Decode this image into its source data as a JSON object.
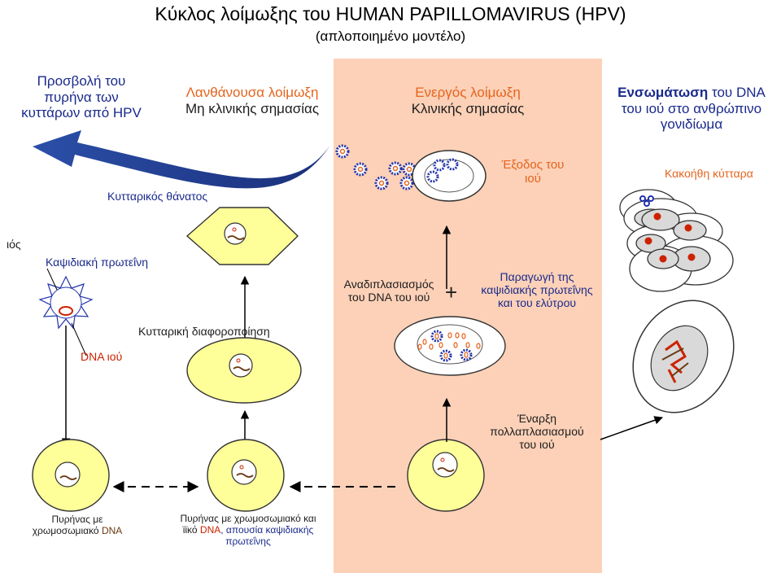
{
  "header": {
    "title": "Κύκλος λοίμωξης του HUMAN PAPILLOMAVIRUS (HPV)",
    "subtitle": "(απλοποιημένο μοντέλο)"
  },
  "columns": {
    "col1": {
      "line1": "Προσβολή του",
      "line2": "πυρήνα των",
      "line3": "κυττάρων από HPV"
    },
    "col2": {
      "line1": "Λανθάνουσα λοίμωξη",
      "line2": "Μη κλινικής σημασίας"
    },
    "col3": {
      "line1": "Ενεργός λοίμωξη",
      "line2": "Κλινικής σημασίας"
    },
    "col4": {
      "line1_bold": "Ενσωμάτωση",
      "line1_rest": " του DNA",
      "line2": "του ιού στο ανθρώπινο",
      "line3": "γονιδίωμα"
    }
  },
  "labels": {
    "cell_death": "Κυτταρικός θάνατος",
    "virus_exit_1": "Έξοδος του",
    "virus_exit_2": "ιού",
    "malignant_cells": "Κακοήθη κύτταρα",
    "virus_cut": "ιός",
    "capsid_protein": "Καψιδιακή πρωτεΐνη",
    "dna_replication_1": "Αναδιπλασιασμός",
    "dna_replication_2": "του DNA του ιού",
    "plus": "+",
    "production_1": "Παραγωγή της",
    "production_2": "καψιδιακής πρωτεΐνης",
    "production_3": "και του ελύτρου",
    "cell_differentiation": "Κυτταρική διαφοροποίηση",
    "virus_dna": "DNA ιού",
    "start_1": "Έναρξη",
    "start_2": "πολλαπλασιασμού",
    "start_3": "του ιού",
    "nucleus_chr_1": "Πυρήνας με",
    "nucleus_chr_2_a": "χρωμοσωμιακό ",
    "nucleus_chr_2_b": "DNA",
    "nucleus_viral_1": "Πυρήνας με χρωμοσωμιακό και",
    "nucleus_viral_2_a": "ϊϊκό ",
    "nucleus_viral_2_b": "DNA",
    "nucleus_viral_2_c": ", απουσία καψιδιακής",
    "nucleus_viral_3": "πρωτεΐνης"
  },
  "colors": {
    "band": "#fcd1b8",
    "title": "#000000",
    "blue_text": "#1a2a8c",
    "orange_text": "#e5641d",
    "cell_fill": "#ffff99",
    "malignant_cell_fill": "#d9d9d9",
    "virus_blue": "#2233aa",
    "arrow_blue": "#1f3a8a",
    "chromatin_red": "#cc2200"
  }
}
